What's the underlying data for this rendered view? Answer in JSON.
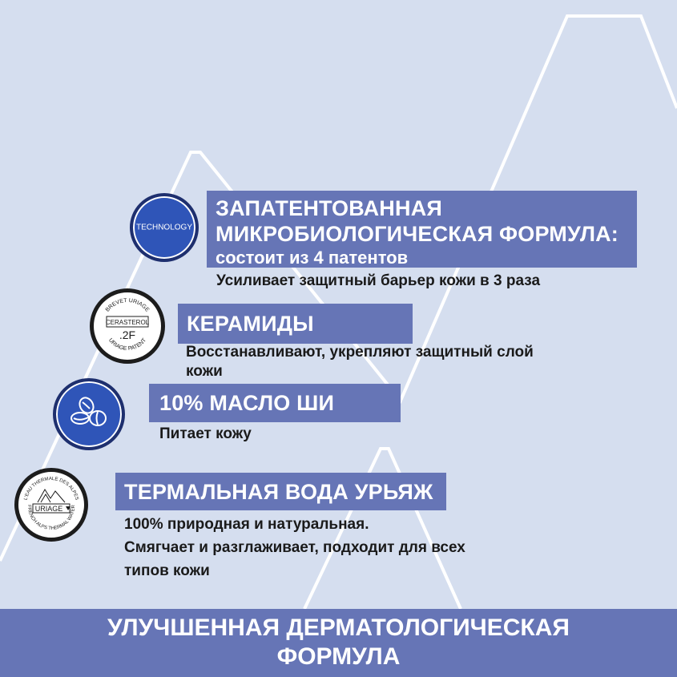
{
  "colors": {
    "background": "#d5deef",
    "banner": "#6675b6",
    "badge_blue": "#2f55b8",
    "mountain_lines": "#ffffff"
  },
  "features": [
    {
      "icon": "technology-badge",
      "badge_text": "TECHNOLOGY",
      "title_line1": "ЗАПАТЕНТОВАННАЯ",
      "title_line2": "МИКРОБИОЛОГИЧЕСКАЯ ФОРМУЛА:",
      "subtitle": "состоит из 4 патентов",
      "description": "Усиливает защитный барьер кожи в 3 раза"
    },
    {
      "icon": "cerasterol-seal",
      "badge_top": "BREVET URIAGE",
      "badge_mid1": "CERASTEROL",
      "badge_mid2": ".2F",
      "badge_bottom": "URIAGE PATENT",
      "title": "КЕРАМИДЫ",
      "description_line1": "Восстанавливают, укрепляют защитный слой",
      "description_line2": "кожи"
    },
    {
      "icon": "shea-nuts-icon",
      "title": "10% МАСЛО ШИ",
      "description": "Питает кожу"
    },
    {
      "icon": "uriage-thermal-water-seal",
      "badge_top": "L'EAU THERMALE DES ALPES",
      "badge_mid": "URIAGE",
      "badge_bottom": "FRENCH ALPS THERMAL WATER",
      "title": "ТЕРМАЛЬНАЯ ВОДА УРЬЯЖ",
      "description_line1": "100% природная и натуральная.",
      "description_line2": "Смягчает и разглаживает, подходит для всех",
      "description_line3": "типов кожи"
    }
  ],
  "footer": {
    "line1": "УЛУЧШЕННАЯ ДЕРМАТОЛОГИЧЕСКАЯ",
    "line2": "ФОРМУЛА"
  }
}
